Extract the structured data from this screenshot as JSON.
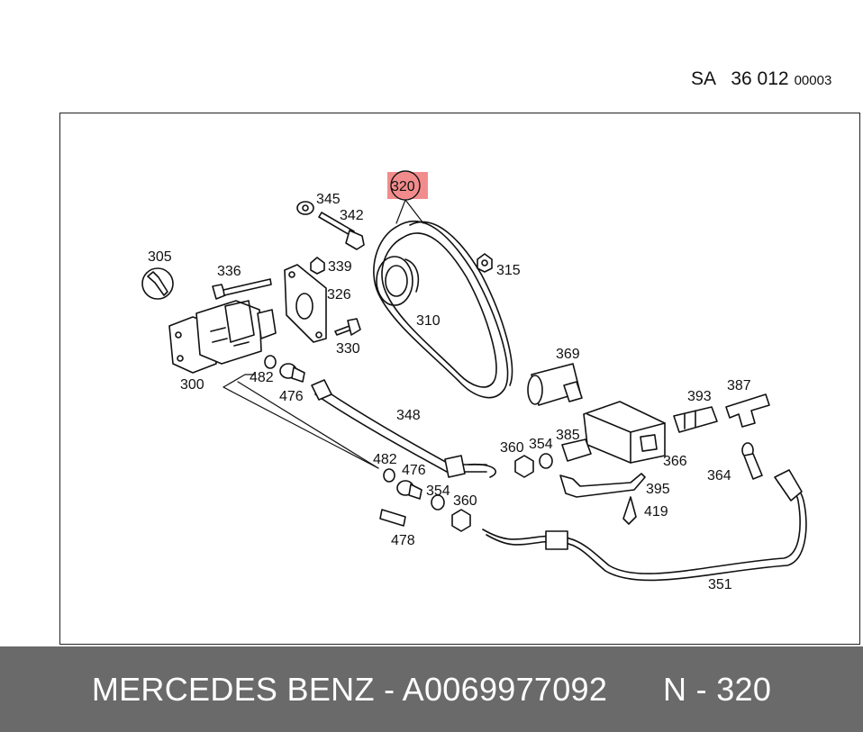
{
  "sheet": {
    "code": "SA   36 012",
    "sub_code": "00003"
  },
  "highlight": {
    "label": "320",
    "color": "#f28c8c"
  },
  "part_labels": [
    {
      "id": "345",
      "text": "345"
    },
    {
      "id": "342",
      "text": "342"
    },
    {
      "id": "315",
      "text": "315"
    },
    {
      "id": "305",
      "text": "305"
    },
    {
      "id": "336",
      "text": "336"
    },
    {
      "id": "339",
      "text": "339"
    },
    {
      "id": "326",
      "text": "326"
    },
    {
      "id": "310",
      "text": "310"
    },
    {
      "id": "330",
      "text": "330"
    },
    {
      "id": "369",
      "text": "369"
    },
    {
      "id": "300",
      "text": "300"
    },
    {
      "id": "482a",
      "text": "482"
    },
    {
      "id": "476a",
      "text": "476"
    },
    {
      "id": "348",
      "text": "348"
    },
    {
      "id": "387",
      "text": "387"
    },
    {
      "id": "393",
      "text": "393"
    },
    {
      "id": "385",
      "text": "385"
    },
    {
      "id": "360a",
      "text": "360"
    },
    {
      "id": "354a",
      "text": "354"
    },
    {
      "id": "366",
      "text": "366"
    },
    {
      "id": "482b",
      "text": "482"
    },
    {
      "id": "476b",
      "text": "476"
    },
    {
      "id": "364",
      "text": "364"
    },
    {
      "id": "395",
      "text": "395"
    },
    {
      "id": "354b",
      "text": "354"
    },
    {
      "id": "360b",
      "text": "360"
    },
    {
      "id": "419",
      "text": "419"
    },
    {
      "id": "478",
      "text": "478"
    },
    {
      "id": "351",
      "text": "351"
    }
  ],
  "footer": {
    "brand": "MERCEDES BENZ",
    "separator": " - ",
    "part_number": "A0069977092",
    "gap": "      ",
    "position": "N - 320"
  }
}
